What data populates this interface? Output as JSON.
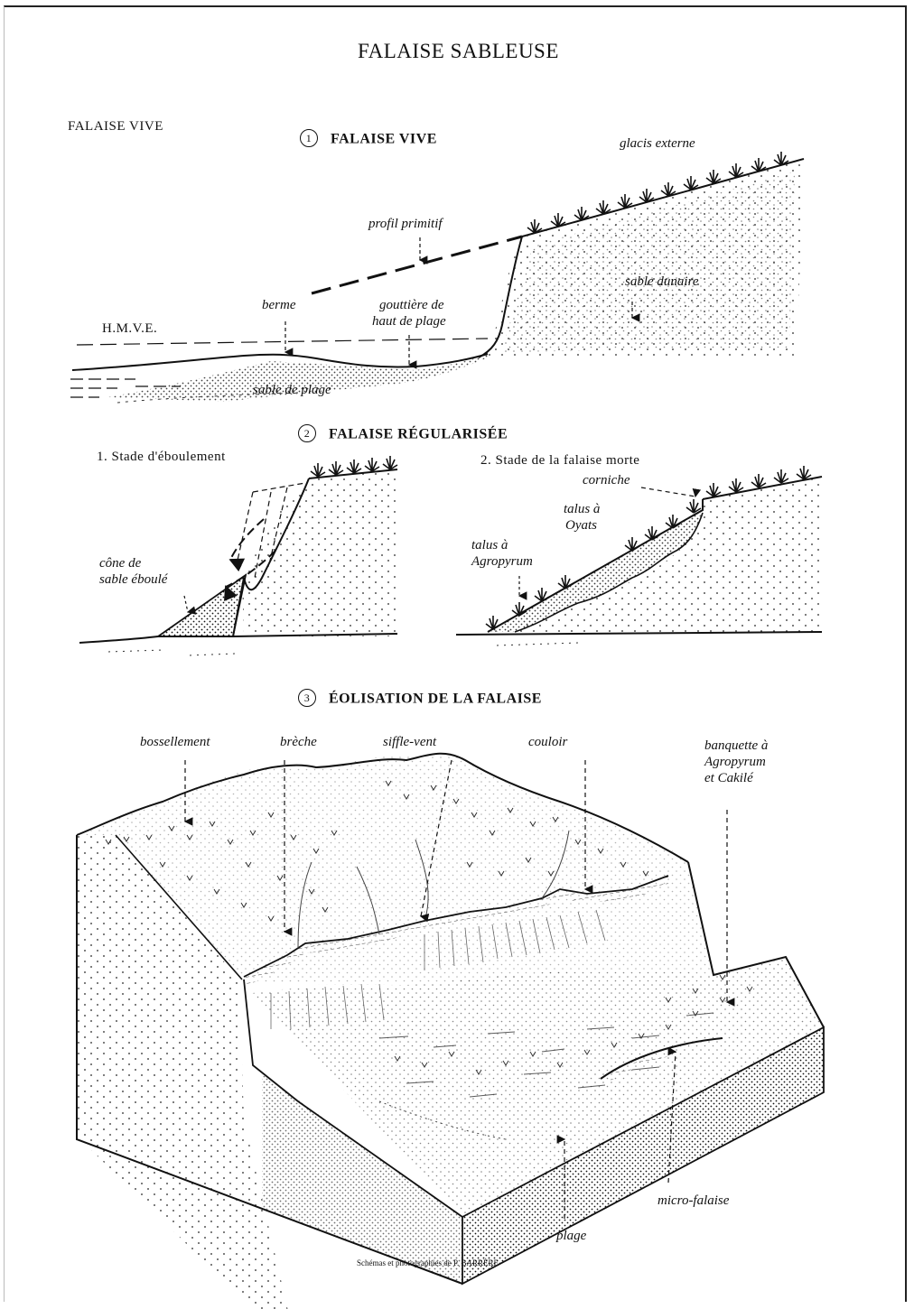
{
  "title": "FALAISE SABLEUSE",
  "corner_label": "FALAISE VIVE",
  "section1": {
    "number": "1",
    "heading": "FALAISE VIVE",
    "labels": {
      "glacis": "glacis externe",
      "profil": "profil primitif",
      "dunaire": "sable dunaire",
      "berme": "berme",
      "gouttiere_1": "gouttière de",
      "gouttiere_2": "haut de plage",
      "hmve": "H.M.V.E.",
      "sable_plage": "sable de plage"
    }
  },
  "section2": {
    "number": "2",
    "heading": "FALAISE RÉGULARISÉE",
    "stage1": {
      "title": "1. Stade d'éboulement",
      "cone_1": "cône de",
      "cone_2": "sable éboulé"
    },
    "stage2": {
      "title": "2. Stade de la falaise morte",
      "corniche": "corniche",
      "oyats_1": "talus à",
      "oyats_2": "Oyats",
      "agro_1": "talus à",
      "agro_2": "Agropyrum"
    }
  },
  "section3": {
    "number": "3",
    "heading": "ÉOLISATION DE LA FALAISE",
    "labels": {
      "bossellement": "bossellement",
      "breche": "brèche",
      "siffle": "siffle-vent",
      "couloir": "couloir",
      "banquette_1": "banquette à",
      "banquette_2": "Agropyrum",
      "banquette_3": "et Cakilé",
      "microfalaise": "micro-falaise",
      "plage": "plage"
    }
  },
  "credit": "Schémas et photographies de P. BARRÈRE"
}
